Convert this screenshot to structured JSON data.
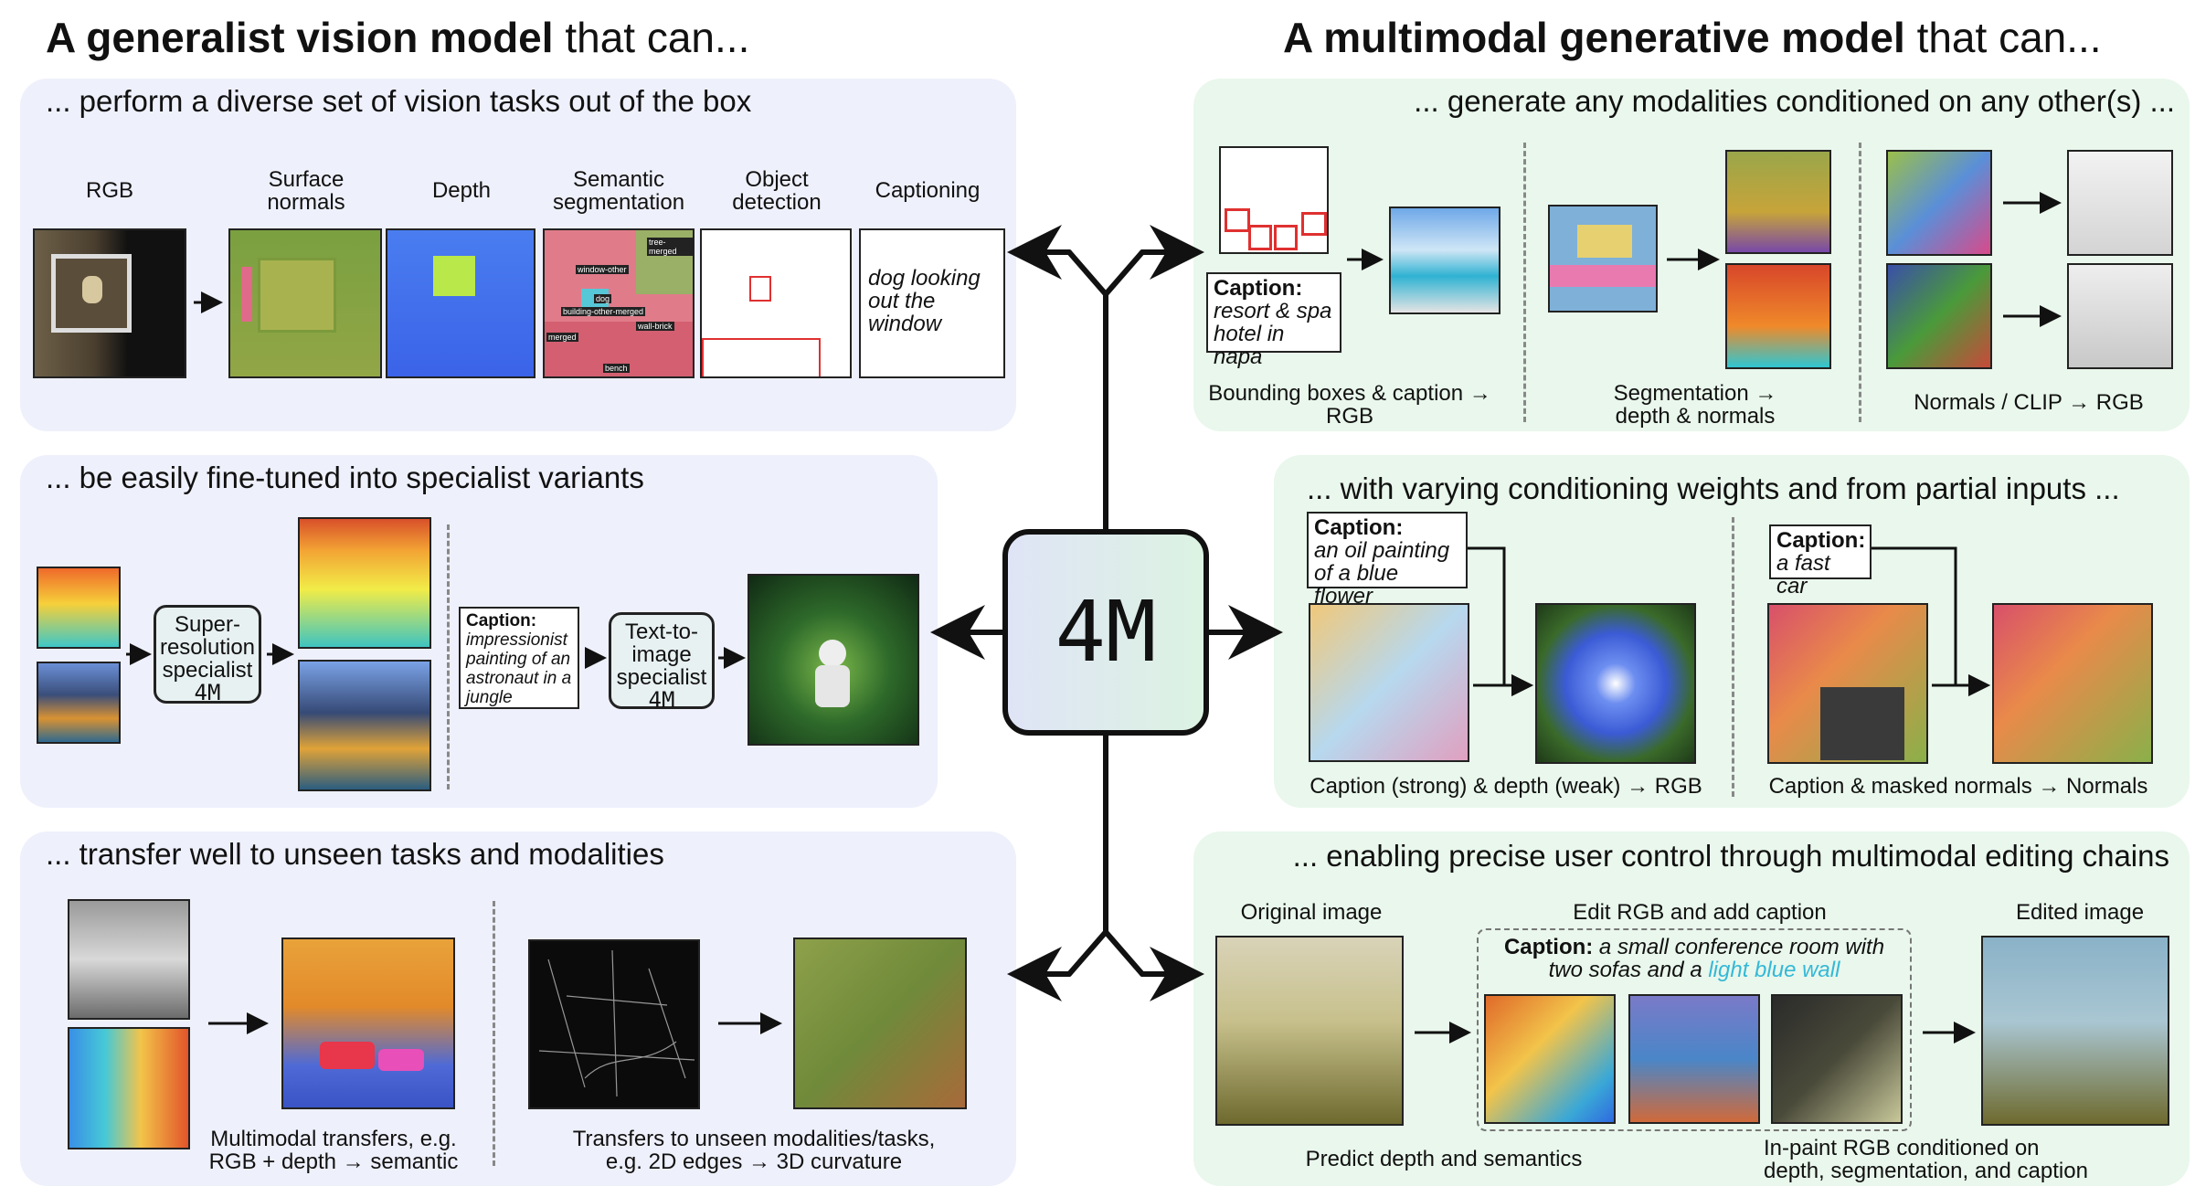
{
  "titles": {
    "left_bold": "A generalist vision model",
    "left_rest": "that can...",
    "right_bold": "A multimodal generative model",
    "right_rest": "that can..."
  },
  "center": {
    "label": "4M"
  },
  "left": {
    "p1": {
      "heading": "... perform a diverse set of vision tasks out of the box",
      "labels": [
        "RGB",
        "Surface normals",
        "Depth",
        "Semantic segmentation",
        "Object detection",
        "Captioning"
      ],
      "caption_text": "dog looking out the window",
      "seg_tags": [
        "tree-merged",
        "window-other",
        "dog",
        "building-other-merged",
        "wall-brick",
        "merged",
        "bench"
      ]
    },
    "p2": {
      "heading": "... be easily fine-tuned into specialist variants",
      "sr_specialist": "Super-resolution specialist",
      "t2i_specialist": "Text-to-image specialist",
      "model": "4M",
      "caption_label": "Caption:",
      "caption_text": "impressionist painting of an astronaut in a jungle"
    },
    "p3": {
      "heading": "... transfer well to unseen tasks and modalities",
      "label_a_line1": "Multimodal transfers, e.g.",
      "label_a_line2": "RGB + depth → semantic",
      "label_b_line1": "Transfers to unseen modalities/tasks,",
      "label_b_line2": "e.g. 2D edges → 3D curvature"
    }
  },
  "right": {
    "p1": {
      "heading": "... generate any modalities conditioned on any other(s) ...",
      "caption_label": "Caption:",
      "caption_text": "resort & spa hotel in napa",
      "label_a_line1": "Bounding boxes & caption →",
      "label_a_line2": "RGB",
      "label_b_line1": "Segmentation →",
      "label_b_line2": "depth & normals",
      "label_c": "Normals / CLIP → RGB"
    },
    "p2": {
      "heading": "... with varying conditioning weights and from partial inputs ...",
      "caption1_label": "Caption:",
      "caption1_text": "an oil painting of a blue flower",
      "caption2_label": "Caption:",
      "caption2_text": "a fast car",
      "label_a": "Caption (strong) & depth (weak) → RGB",
      "label_b": "Caption & masked normals → Normals"
    },
    "p3": {
      "heading": "... enabling precise user control through multimodal editing chains",
      "original": "Original image",
      "edit": "Edit RGB and add caption",
      "edited": "Edited image",
      "caption_label": "Caption:",
      "caption_pre": "a small conference room with two sofas and a",
      "caption_hl": "light blue wall",
      "predict": "Predict depth and semantics",
      "inpaint_line1": "In-paint RGB conditioned on",
      "inpaint_line2": "depth, segmentation, and caption"
    }
  },
  "colors": {
    "panel_blue": "#eef0fb",
    "panel_green": "#e9f7ec",
    "highlight": "#35b8d6",
    "center_box_from": "#dfe4f6",
    "center_box_to": "#dcf3e2"
  }
}
